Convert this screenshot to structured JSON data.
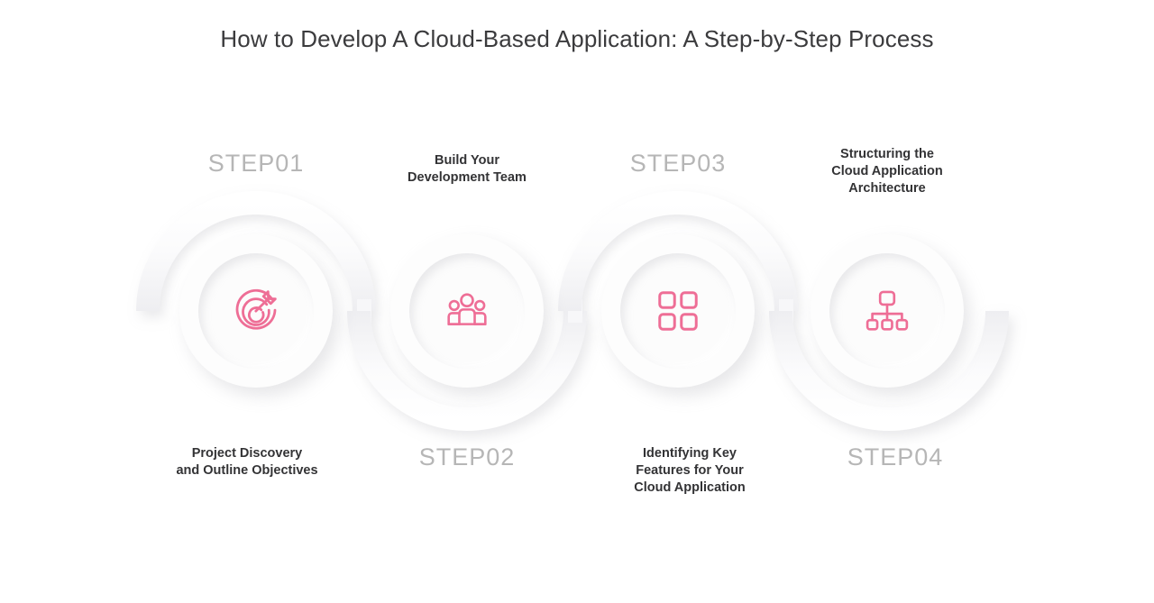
{
  "title": "How to Develop A Cloud-Based Application: A Step-by-Step Process",
  "colors": {
    "accent_pink": "#ee6e96",
    "background": "#ffffff",
    "step_word": "#b6b6b6",
    "step_number": "#4d4d4f",
    "description_text": "#333335",
    "title_text": "#3b3b3d",
    "ring": "#f2f2f4"
  },
  "steps": [
    {
      "step_word": "STEP",
      "number": "01",
      "description": "Project Discovery\nand Outline Objectives",
      "description_lines": [
        "Project Discovery",
        "and Outline Objectives"
      ],
      "icon": "target-arrow-icon",
      "label_position": "below",
      "number_position": "above"
    },
    {
      "step_word": "STEP",
      "number": "02",
      "description": "Build Your\nDevelopment Team",
      "description_lines": [
        "Build Your",
        "Development Team"
      ],
      "icon": "team-people-icon",
      "label_position": "above",
      "number_position": "below"
    },
    {
      "step_word": "STEP",
      "number": "03",
      "description": "Identifying Key\nFeatures for Your\nCloud Application",
      "description_lines": [
        "Identifying Key",
        "Features for Your",
        "Cloud Application"
      ],
      "icon": "grid-squares-icon",
      "label_position": "below",
      "number_position": "above"
    },
    {
      "step_word": "STEP",
      "number": "04",
      "description": "Structuring the\nCloud Application\nArchitecture",
      "description_lines": [
        "Structuring the",
        "Cloud Application",
        "Architecture"
      ],
      "icon": "sitemap-hierarchy-icon",
      "label_position": "above",
      "number_position": "below"
    }
  ],
  "step1": {
    "tag_word": "STEP",
    "tag_num": "01",
    "d1": "Project Discovery",
    "d2": "and Outline Objectives"
  },
  "step2": {
    "tag_word": "STEP",
    "tag_num": "02",
    "d1": "Build Your",
    "d2": "Development Team"
  },
  "step3": {
    "tag_word": "STEP",
    "tag_num": "03",
    "d1": "Identifying Key",
    "d2": "Features for Your",
    "d3": "Cloud Application"
  },
  "step4": {
    "tag_word": "STEP",
    "tag_num": "04",
    "d1": "Structuring the",
    "d2": "Cloud Application",
    "d3": "Architecture"
  }
}
